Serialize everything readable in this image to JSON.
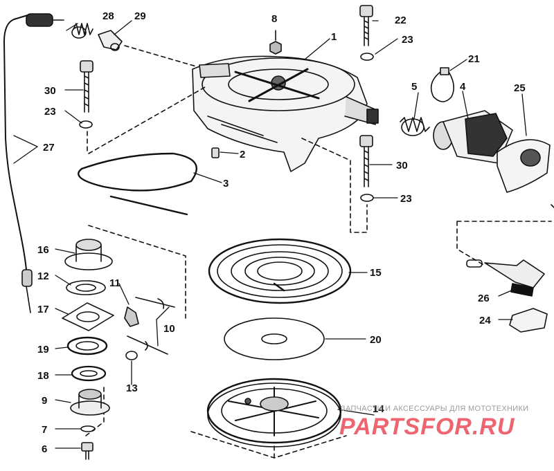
{
  "diagram": {
    "labels": [
      "1",
      "2",
      "3",
      "4",
      "5",
      "6",
      "7",
      "8",
      "9",
      "10",
      "11",
      "12",
      "13",
      "14",
      "15",
      "16",
      "17",
      "18",
      "19",
      "20",
      "21",
      "22",
      "23",
      "24",
      "25",
      "26",
      "27",
      "28",
      "29",
      "30"
    ],
    "label_23_repeats": [
      "23",
      "23",
      "23"
    ],
    "label_30_repeats": [
      "30",
      "30"
    ]
  },
  "watermark": {
    "caption": "ЗАПЧАСТИ И АКСЕССУАРЫ ДЛЯ МОТОТЕХНИКИ",
    "brand": "PARTSFOR.RU"
  },
  "colors": {
    "ink": "#111111",
    "paper": "#ffffff",
    "watermark_red": "#ea4b56",
    "watermark_gray": "#9a9a9a"
  }
}
